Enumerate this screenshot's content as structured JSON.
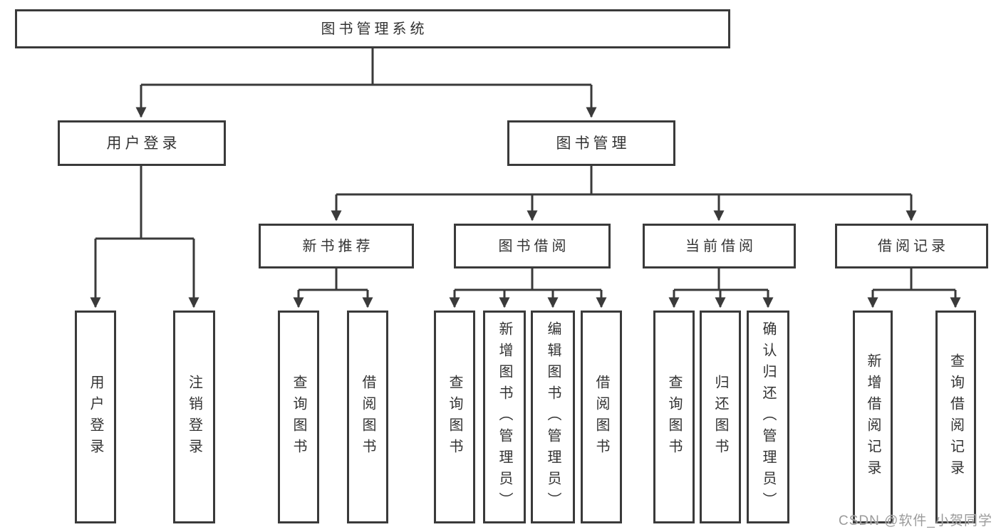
{
  "diagram_title": "图书管理系统",
  "nodes": {
    "root": {
      "label": "图书管理系统"
    },
    "userLogin": {
      "label": "用户登录"
    },
    "bookMgmt": {
      "label": "图书管理"
    },
    "newBookRec": {
      "label": "新书推荐"
    },
    "bookBorrow": {
      "label": "图书借阅"
    },
    "currentBorrow": {
      "label": "当前借阅"
    },
    "borrowRecord": {
      "label": "借阅记录"
    },
    "leafUserLogin": {
      "label": "用户登录"
    },
    "leafLogout": {
      "label": "注销登录"
    },
    "leafNewRecQuery": {
      "label": "查询图书"
    },
    "leafNewRecBorrow": {
      "label": "借阅图书"
    },
    "leafBorrowQuery": {
      "label": "查询图书"
    },
    "leafBorrowAdd": {
      "label": "新增图书（管理员）"
    },
    "leafBorrowEdit": {
      "label": "编辑图书（管理员）"
    },
    "leafBorrowBorrow": {
      "label": "借阅图书"
    },
    "leafCurrentQuery": {
      "label": "查询图书"
    },
    "leafCurrentReturn": {
      "label": "归还图书"
    },
    "leafCurrentConfirm": {
      "label": "确认归还（管理员）"
    },
    "leafRecordAdd": {
      "label": "新增借阅记录"
    },
    "leafRecordQuery": {
      "label": "查询借阅记录"
    }
  },
  "tree": {
    "图书管理系统": {
      "用户登录": [
        "用户登录",
        "注销登录"
      ],
      "图书管理": {
        "新书推荐": [
          "查询图书",
          "借阅图书"
        ],
        "图书借阅": [
          "查询图书",
          "新增图书（管理员）",
          "编辑图书（管理员）",
          "借阅图书"
        ],
        "当前借阅": [
          "查询图书",
          "归还图书",
          "确认归还（管理员）"
        ],
        "借阅记录": [
          "新增借阅记录",
          "查询借阅记录"
        ]
      }
    }
  },
  "watermark": {
    "text": "CSDN @软件_小贺同学"
  },
  "colors": {
    "line": "#3a3a3a",
    "text": "#333333",
    "background": "#ffffff",
    "watermark": "#9b9b9b"
  }
}
